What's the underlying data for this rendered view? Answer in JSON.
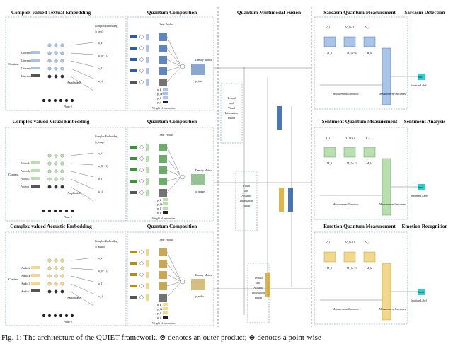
{
  "headers": {
    "text_embed": "Complex-valued Textual Embedding",
    "text_comp": "Quantum Composition",
    "fusion": "Quantum Multimodal Fusion",
    "sarcasm_meas": "Sarcasm Quantum Measurement",
    "sarcasm_det": "Sarcasm Detection",
    "visual_embed": "Complex-valued Visual Embedding",
    "visual_comp": "Quantum Composition",
    "sentiment_meas": "Sentiment Quantum Measurement",
    "sentiment_an": "Sentiment Analysis",
    "acoustic_embed": "Complex-valued  Acoustic Embedding",
    "acoustic_comp": "Quantum Composition",
    "emotion_meas": "Emotion Quantum Measurement",
    "emotion_rec": "Emotion Recognition"
  },
  "rows": [
    {
      "context": "Context",
      "inputs": [
        "Utterance k",
        "Utterance k-1",
        "Utterance 1",
        "Utterance t"
      ],
      "amplitude": "Amplitude R",
      "phase": "Phase  θ",
      "complex_embedding": "Complex Embedding",
      "embed_sym": "|u_text⟩",
      "kets": [
        "|u_k⟩",
        "|u_{k-1}⟩",
        "|u_1⟩",
        "|u_t⟩"
      ],
      "outer": "Outer Product",
      "p_labels": [
        "p_k",
        "p_{k-1}",
        "p_1",
        "p_t"
      ],
      "weight": "Weight of Interaction",
      "density": "Density Matrix",
      "rho": "ρ_text",
      "fusion_box": "Textual and Visual Information Fusion",
      "ops": [
        "V_1",
        "V_{k+1}",
        "V_k"
      ],
      "ms": [
        "M_1",
        "M_{k+1}",
        "M_k"
      ],
      "meas_ops": "Measurement Operators",
      "meas_out": "Measurement Outcomes",
      "label": "Sarcasm Label",
      "out_box": "Sarc"
    },
    {
      "context": "Context",
      "inputs": [
        "Video k",
        "Video k-1",
        "Video 1",
        "Video t"
      ],
      "amplitude": "Amplitude R",
      "phase": "Phase  θ",
      "complex_embedding": "Complex Embedding",
      "embed_sym": "|u_image⟩",
      "kets": [
        "|u_k⟩",
        "|u_{k-1}⟩",
        "|u_1⟩",
        "|u_t⟩"
      ],
      "outer": "Outer Product",
      "p_labels": [
        "p_k",
        "p_{k-1}",
        "p_1",
        "p_t"
      ],
      "weight": "Weight of Interaction",
      "density": "Density Matrix",
      "rho": "ρ_image",
      "fusion_box": "Visual and Acoustic Information Fusion",
      "ops": [
        "V_1",
        "V_{k-1}",
        "V_k"
      ],
      "ms": [
        "M_1",
        "M_{k-1}",
        "M_k"
      ],
      "meas_ops": "Measurement Operators",
      "meas_out": "Measurement Outcomes",
      "label": "Sentiment Label",
      "out_box": "Senti"
    },
    {
      "context": "Context",
      "inputs": [
        "Audio k",
        "Audio k-1",
        "Audio 1",
        "Audio t"
      ],
      "amplitude": "Amplitude R",
      "phase": "Phase  θ",
      "complex_embedding": "Complex Embedding",
      "embed_sym": "|u_audio⟩",
      "kets": [
        "|u_k⟩",
        "|u_{k-1}⟩",
        "|u_1⟩",
        "|u_t⟩"
      ],
      "outer": "Outer Product",
      "p_labels": [
        "p_k",
        "p_{k-1}",
        "p_1",
        "p_t"
      ],
      "weight": "Weight of Interaction",
      "density": "Density Matrix",
      "rho": "ρ_audio",
      "fusion_box": "Textual and Acoustic Information Fusion",
      "ops": [
        "V_1",
        "V_{k-1}",
        "V_k"
      ],
      "ms": [
        "M_1",
        "M_{k-1}",
        "M_k"
      ],
      "meas_ops": "Measurement Operators",
      "meas_out": "Measurement Outcomes",
      "label": "Emotion Label",
      "out_box": "Emoti"
    }
  ],
  "caption": "Fig. 1: The architecture of the QUIET framework. ⊗ denotes an outer product; ⊕ denotes a point-wise"
}
